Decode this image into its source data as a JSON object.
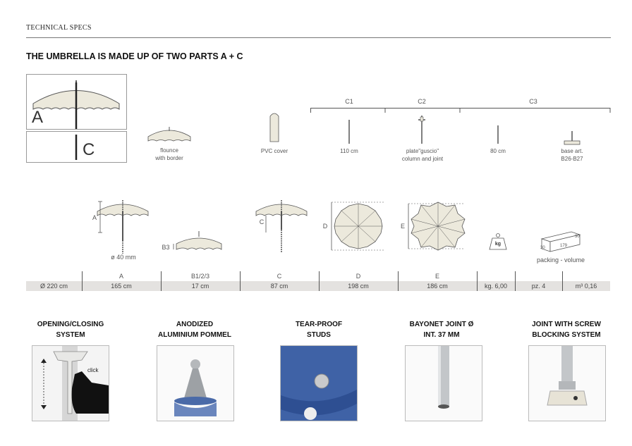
{
  "header": {
    "title": "TECHNICAL SPECS"
  },
  "subtitle": "THE UMBRELLA IS MADE UP OF TWO PARTS A + C",
  "parts": {
    "label_a": "A",
    "label_c": "C",
    "flounce": "flounce\nwith border",
    "pvc_cover": "PVC cover",
    "group_c1": "C1",
    "group_c2": "C2",
    "group_c3": "C3",
    "c1_length": "110 cm",
    "c2_desc": "plate\"guscio\"\ncolumn and joint",
    "c3_length": "80 cm",
    "c3_base": "base art.\nB26-B27"
  },
  "dimensions": {
    "dim_a": "A",
    "pole_diameter": "ø 40 mm",
    "dim_b": "B3",
    "dim_c": "C",
    "dim_d": "D",
    "dim_e": "E",
    "weight_icon": "kg",
    "packing_w": "30",
    "packing_l": "179",
    "packing_h": "30",
    "packing_label": "packing - volume"
  },
  "table": {
    "headers": [
      "",
      "A",
      "B1/2/3",
      "C",
      "D",
      "E",
      "",
      "",
      ""
    ],
    "values": [
      "Ø 220 cm",
      "165 cm",
      "17 cm",
      "87 cm",
      "198 cm",
      "186 cm",
      "kg. 6,00",
      "pz. 4",
      "m³ 0,16"
    ]
  },
  "features": [
    {
      "title": "OPENING/CLOSING\nSYSTEM",
      "note": "click"
    },
    {
      "title": "ANODIZED\nALUMINIUM POMMEL"
    },
    {
      "title": "TEAR-PROOF\nSTUDS"
    },
    {
      "title": "BAYONET JOINT Ø\nINT. 37 MM"
    },
    {
      "title": "JOINT WITH SCREW\nBLOCKING SYSTEM"
    }
  ],
  "colors": {
    "canopy": "#ece9dc",
    "outline": "#555555",
    "table_bg": "#e4e2e0",
    "blue": "#3f62a6"
  }
}
